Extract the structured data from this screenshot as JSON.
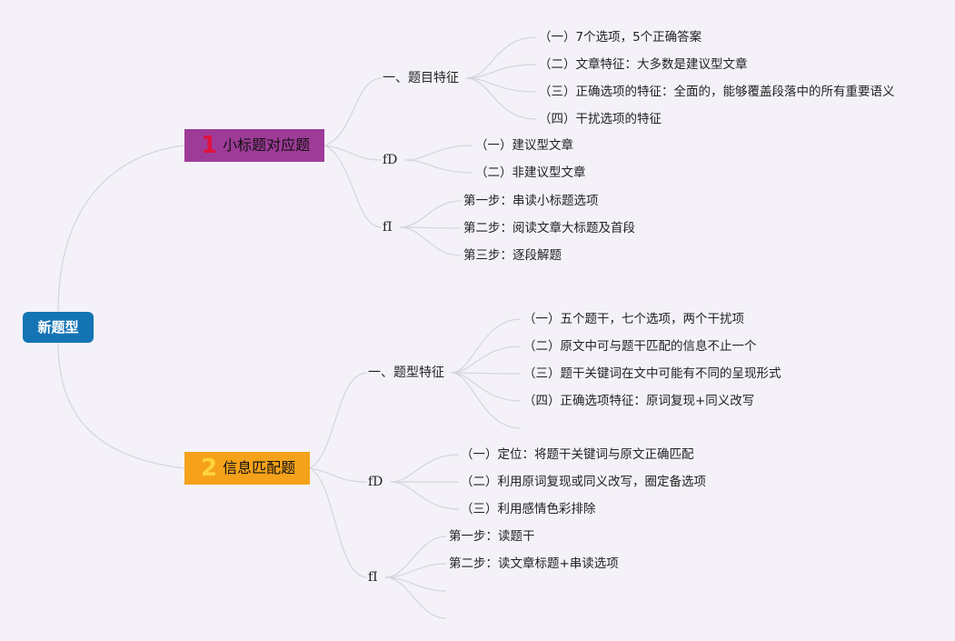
{
  "root": {
    "label": "新题型"
  },
  "branches": [
    {
      "num": "1",
      "label": "小标题对应题",
      "children": [
        {
          "label": "一、题目特征",
          "items": [
            "（一）7个选项，5个正确答案",
            "（二）文章特征：大多数是建议型文章",
            "（三）正确选项的特征：全面的，能够覆盖段落中的所有重要语义",
            "（四）干扰选项的特征"
          ]
        },
        {
          "label": "fD",
          "items": [
            "（一）建议型文章",
            "（二）非建议型文章"
          ]
        },
        {
          "label": "fI",
          "items": [
            "第一步：串读小标题选项",
            "第二步：阅读文章大标题及首段",
            "第三步：逐段解题"
          ]
        }
      ]
    },
    {
      "num": "2",
      "label": "信息匹配题",
      "children": [
        {
          "label": "一、题型特征",
          "items": [
            "（一）五个题干，七个选项，两个干扰项",
            "（二）原文中可与题干匹配的信息不止一个",
            "（三）题干关键词在文中可能有不同的呈现形式",
            "（四）正确选项特征：原词复现+同义改写"
          ]
        },
        {
          "label": "fD",
          "items": [
            "（一）定位：将题干关键词与原文正确匹配",
            "（二）利用原词复现或同义改写，圈定备选项",
            "（三）利用感情色彩排除"
          ]
        },
        {
          "label": "fI",
          "items": [
            "第一步：读题干",
            "第二步：读文章标题+串读选项"
          ]
        }
      ]
    }
  ]
}
